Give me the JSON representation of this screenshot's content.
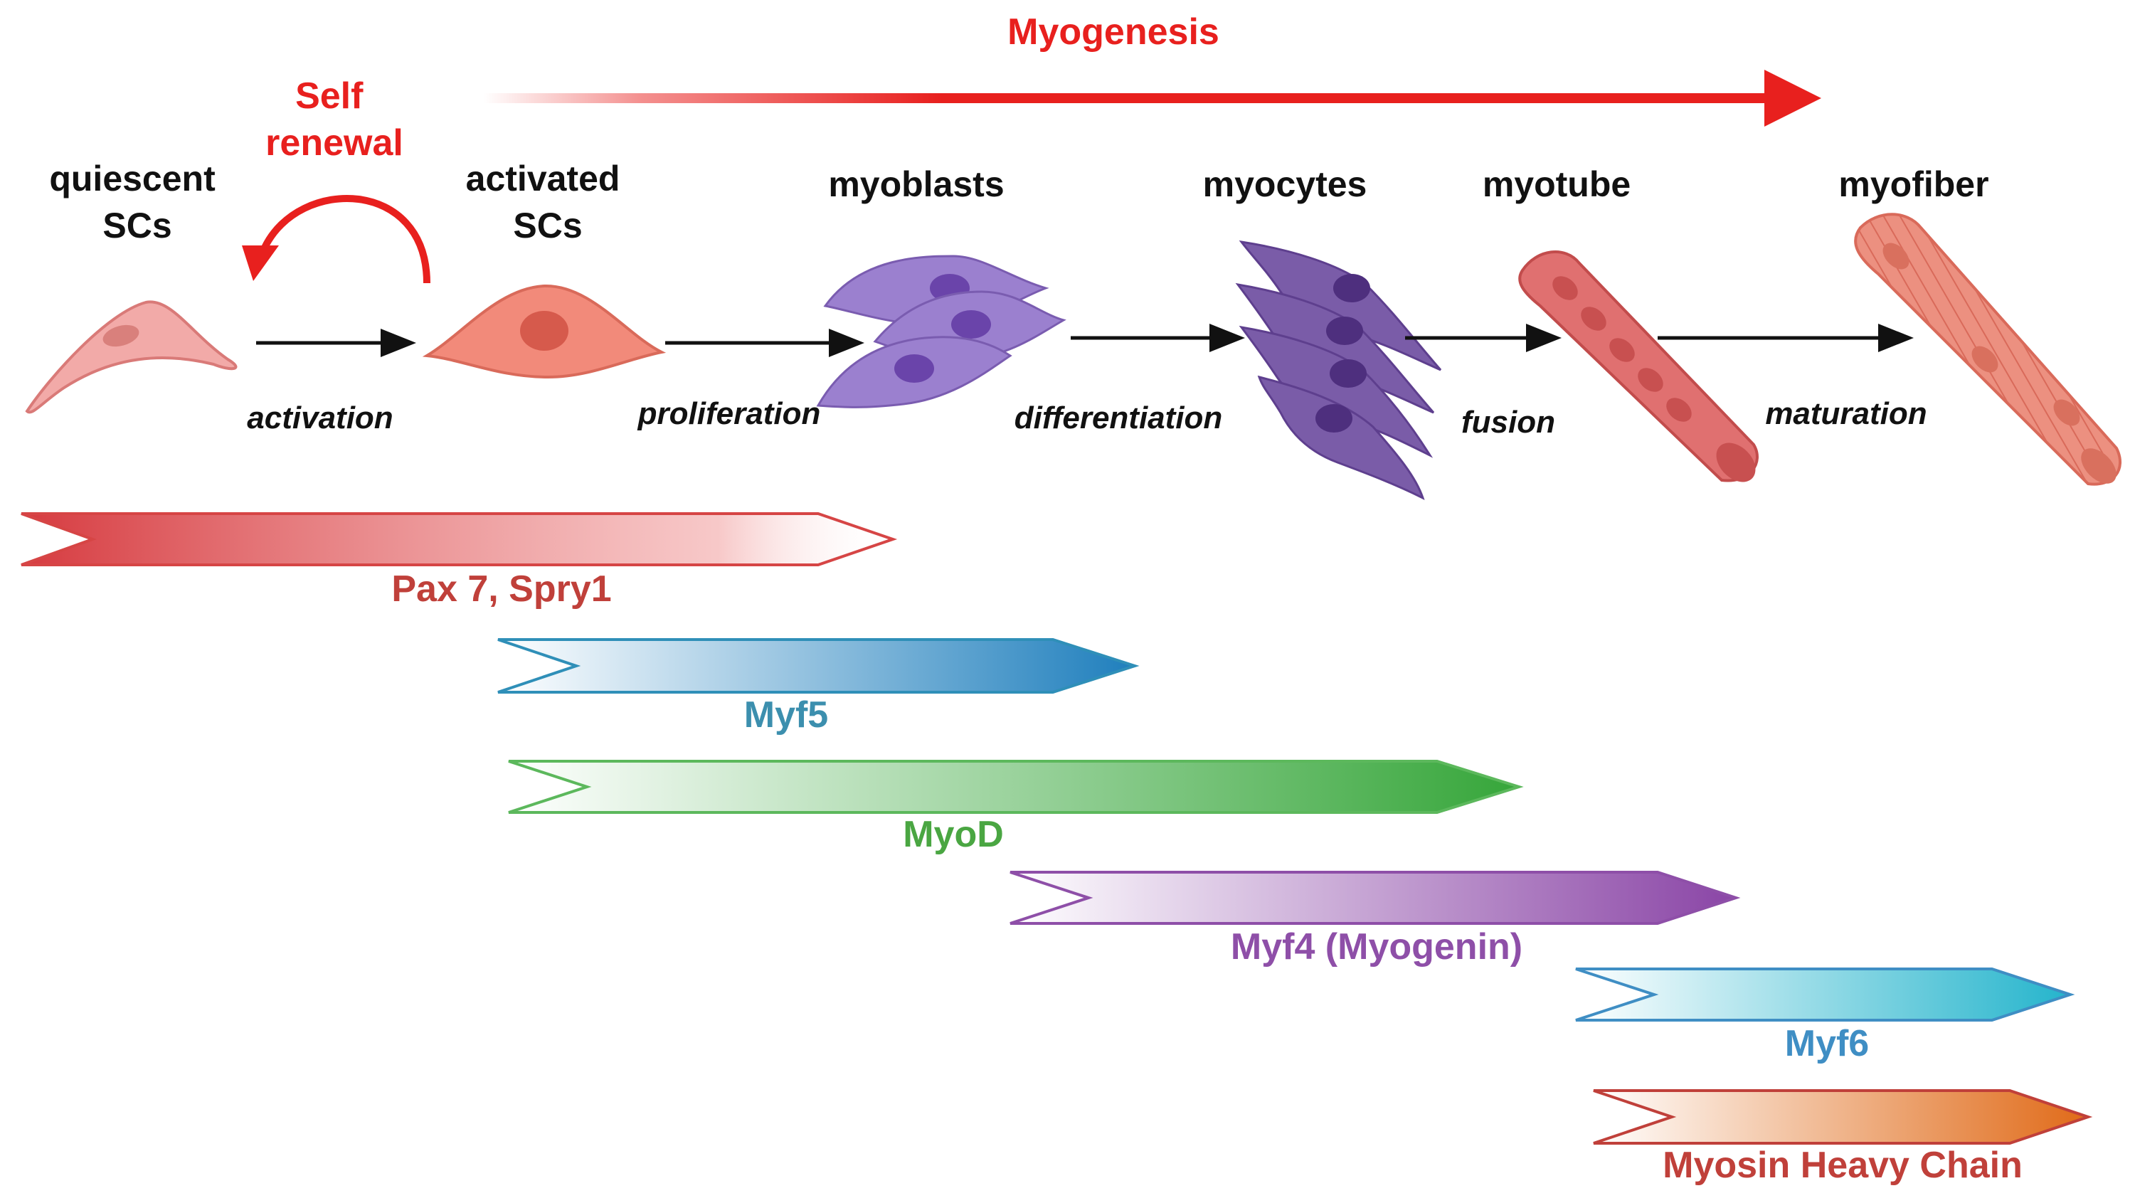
{
  "title": "Myogenesis",
  "self_renewal": [
    "Self",
    "renewal"
  ],
  "stages": {
    "quiescent": [
      "quiescent",
      "SCs"
    ],
    "activated": [
      "activated",
      "SCs"
    ],
    "myoblasts": "myoblasts",
    "myocytes": "myocytes",
    "myotube": "myotube",
    "myofiber": "myofiber"
  },
  "transitions": {
    "activation": "activation",
    "proliferation": "proliferation",
    "differentiation": "differentiation",
    "fusion": "fusion",
    "maturation": "maturation"
  },
  "markers": [
    {
      "label": "Pax 7, Spry1",
      "color": "#d64545"
    },
    {
      "label": "Myf5",
      "color": "#2f8fb8"
    },
    {
      "label": "MyoD",
      "color": "#4aae4a"
    },
    {
      "label": "Myf4 (Myogenin)",
      "color": "#8e4fa8"
    },
    {
      "label": "Myf6",
      "color": "#2fb6cc"
    },
    {
      "label": "Myosin Heavy Chain",
      "color": "#e07a2a"
    }
  ],
  "colors": {
    "title": "#e8201e",
    "pax_text": "#c0403a",
    "myf5_text": "#3c8fae",
    "myod_text": "#4aa642",
    "myf4_text": "#8e4fa8",
    "myf6_text": "#3f8ec4",
    "mhc_text": "#c0403a",
    "cell_pink": "#f2aaa8",
    "cell_salmon": "#f28a7a",
    "cell_purple": "#9b80cf",
    "myocyte_purple": "#7a5ca8",
    "myotube": "#e07070",
    "myofiber": "#ec9080"
  }
}
